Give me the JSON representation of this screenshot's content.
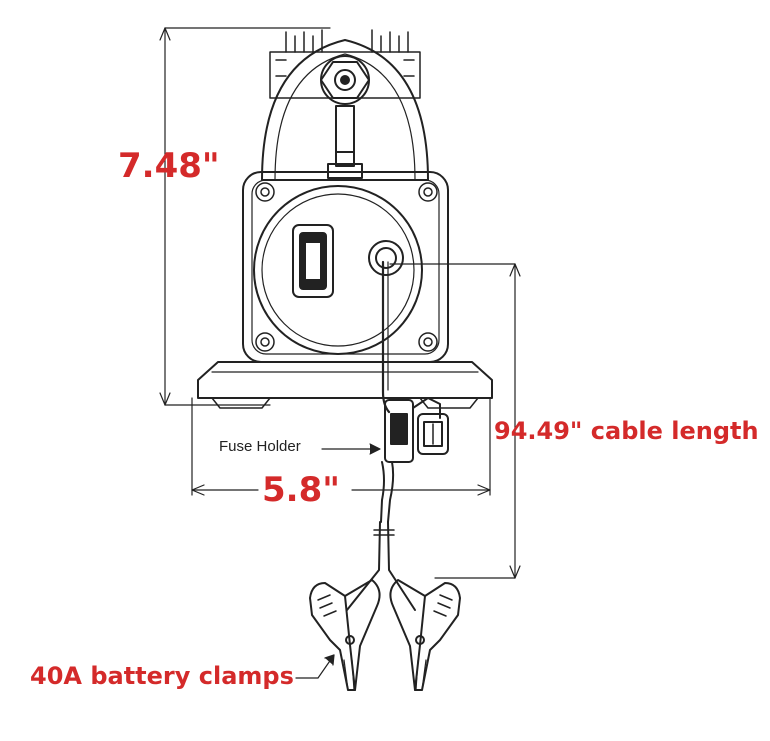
{
  "labels": {
    "height": "7.48\"",
    "width": "5.8\"",
    "cable_length": "94.49\" cable length",
    "fuse_holder": "Fuse Holder",
    "battery_clamps": "40A battery clamps"
  },
  "colors": {
    "annotation": "#d42a2a",
    "line_art": "#222222",
    "background": "#ffffff"
  }
}
